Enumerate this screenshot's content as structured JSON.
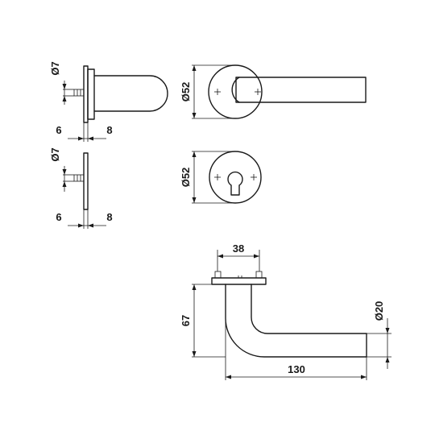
{
  "dimensions": {
    "rose_side_pin_dia": "Ø7",
    "rose_side_left": "6",
    "rose_side_right": "8",
    "escutcheon_side_pin_dia": "Ø7",
    "escutcheon_side_left": "6",
    "escutcheon_side_right": "8",
    "rose_front_dia": "Ø52",
    "escutcheon_front_dia": "Ø52",
    "fixing_spacing": "38",
    "projection": "67",
    "lever_length": "130",
    "lever_dia": "Ø20"
  }
}
